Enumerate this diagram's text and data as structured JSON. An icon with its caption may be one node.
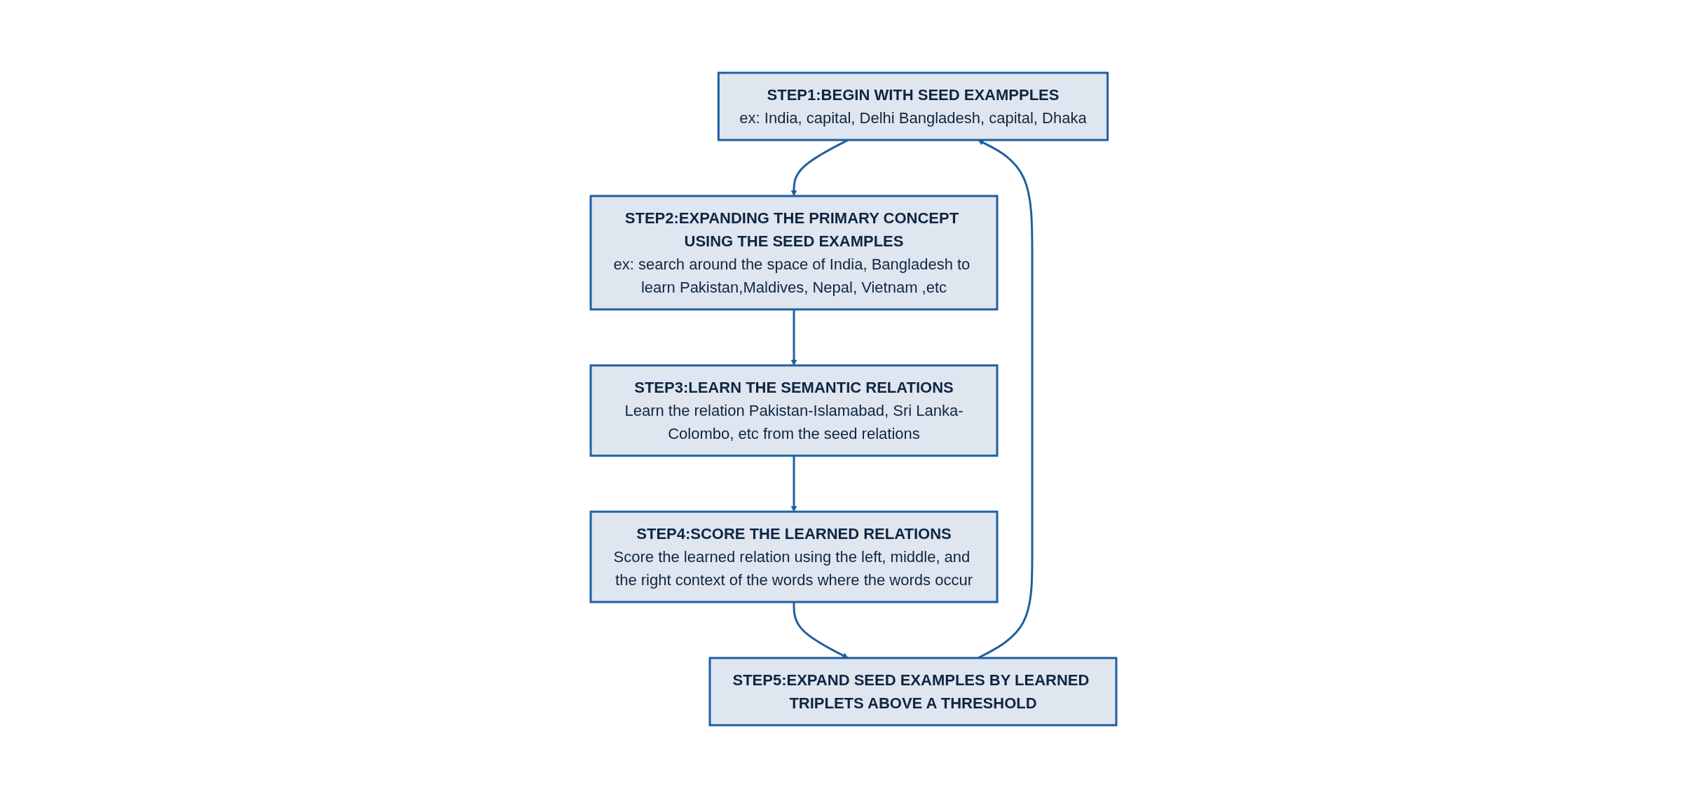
{
  "diagram": {
    "nodes": [
      {
        "text": [
          "STEP1:BEGIN WITH SEED EXAMPPLES",
          "ex: India, capital, Delhi Bangladesh, capital, Dhaka"
        ]
      },
      {
        "text": [
          "STEP2:EXPANDING THE PRIMARY CONCEPT USING THE SEED EXAMPLES",
          "ex: search around the space of India, Bangladesh to learn Pakistan,Maldives, Nepal, Vietnam ,etc"
        ]
      },
      {
        "text": [
          "STEP5:EXPAND SEED EXAMPLES BY LEARNED TRIPLETS ABOVE A THRESHOLD"
        ]
      },
      {
        "text": [
          "STEP4:SCORE THE LEARNED RELATIONS",
          "Score the learned relation using the left, middle, and the right context of the words where the words occur"
        ]
      },
      {
        "text": [
          "STEP3:LEARN THE SEMANTIC RELATIONS",
          "Learn the relation Pakistan-Islamabad, Sri Lanka-Colombo, etc from the seed relations"
        ]
      }
    ],
    "edges": [
      {
        "from": 0,
        "to": 1,
        "arrow": "to"
      },
      {
        "from": 1,
        "to": 4,
        "arrow": "to"
      },
      {
        "from": 4,
        "to": 3,
        "arrow": "to"
      },
      {
        "from": 3,
        "to": 2,
        "arrow": "to"
      },
      {
        "from": 2,
        "to": 0,
        "arrow": "to"
      }
    ]
  }
}
